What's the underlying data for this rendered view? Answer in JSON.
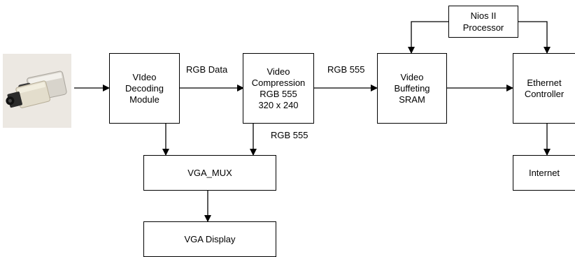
{
  "blocks": {
    "video_decoding": [
      "VIdeo",
      "Decoding",
      "Module"
    ],
    "video_compression": [
      "Video",
      "Compression",
      "RGB 555",
      "320 x 240"
    ],
    "video_buffering": [
      "Video",
      "Buffeting",
      "SRAM"
    ],
    "nios": [
      "Nios II",
      "Processor"
    ],
    "ethernet": [
      "Ethernet",
      "Controller"
    ],
    "internet": [
      "Internet"
    ],
    "vga_mux": [
      "VGA_MUX"
    ],
    "vga_display": [
      "VGA Display"
    ]
  },
  "edge_labels": {
    "rgb_data": "RGB Data",
    "rgb555_top": "RGB 555",
    "rgb555_bottom": "RGB 555"
  },
  "colors": {
    "camera_bg": "#ece8e2",
    "camera_body_dark": "#3a3a3a",
    "camera_body_light": "#d8d4cc"
  },
  "icons": {
    "camera": "cctv-camera-photo"
  }
}
